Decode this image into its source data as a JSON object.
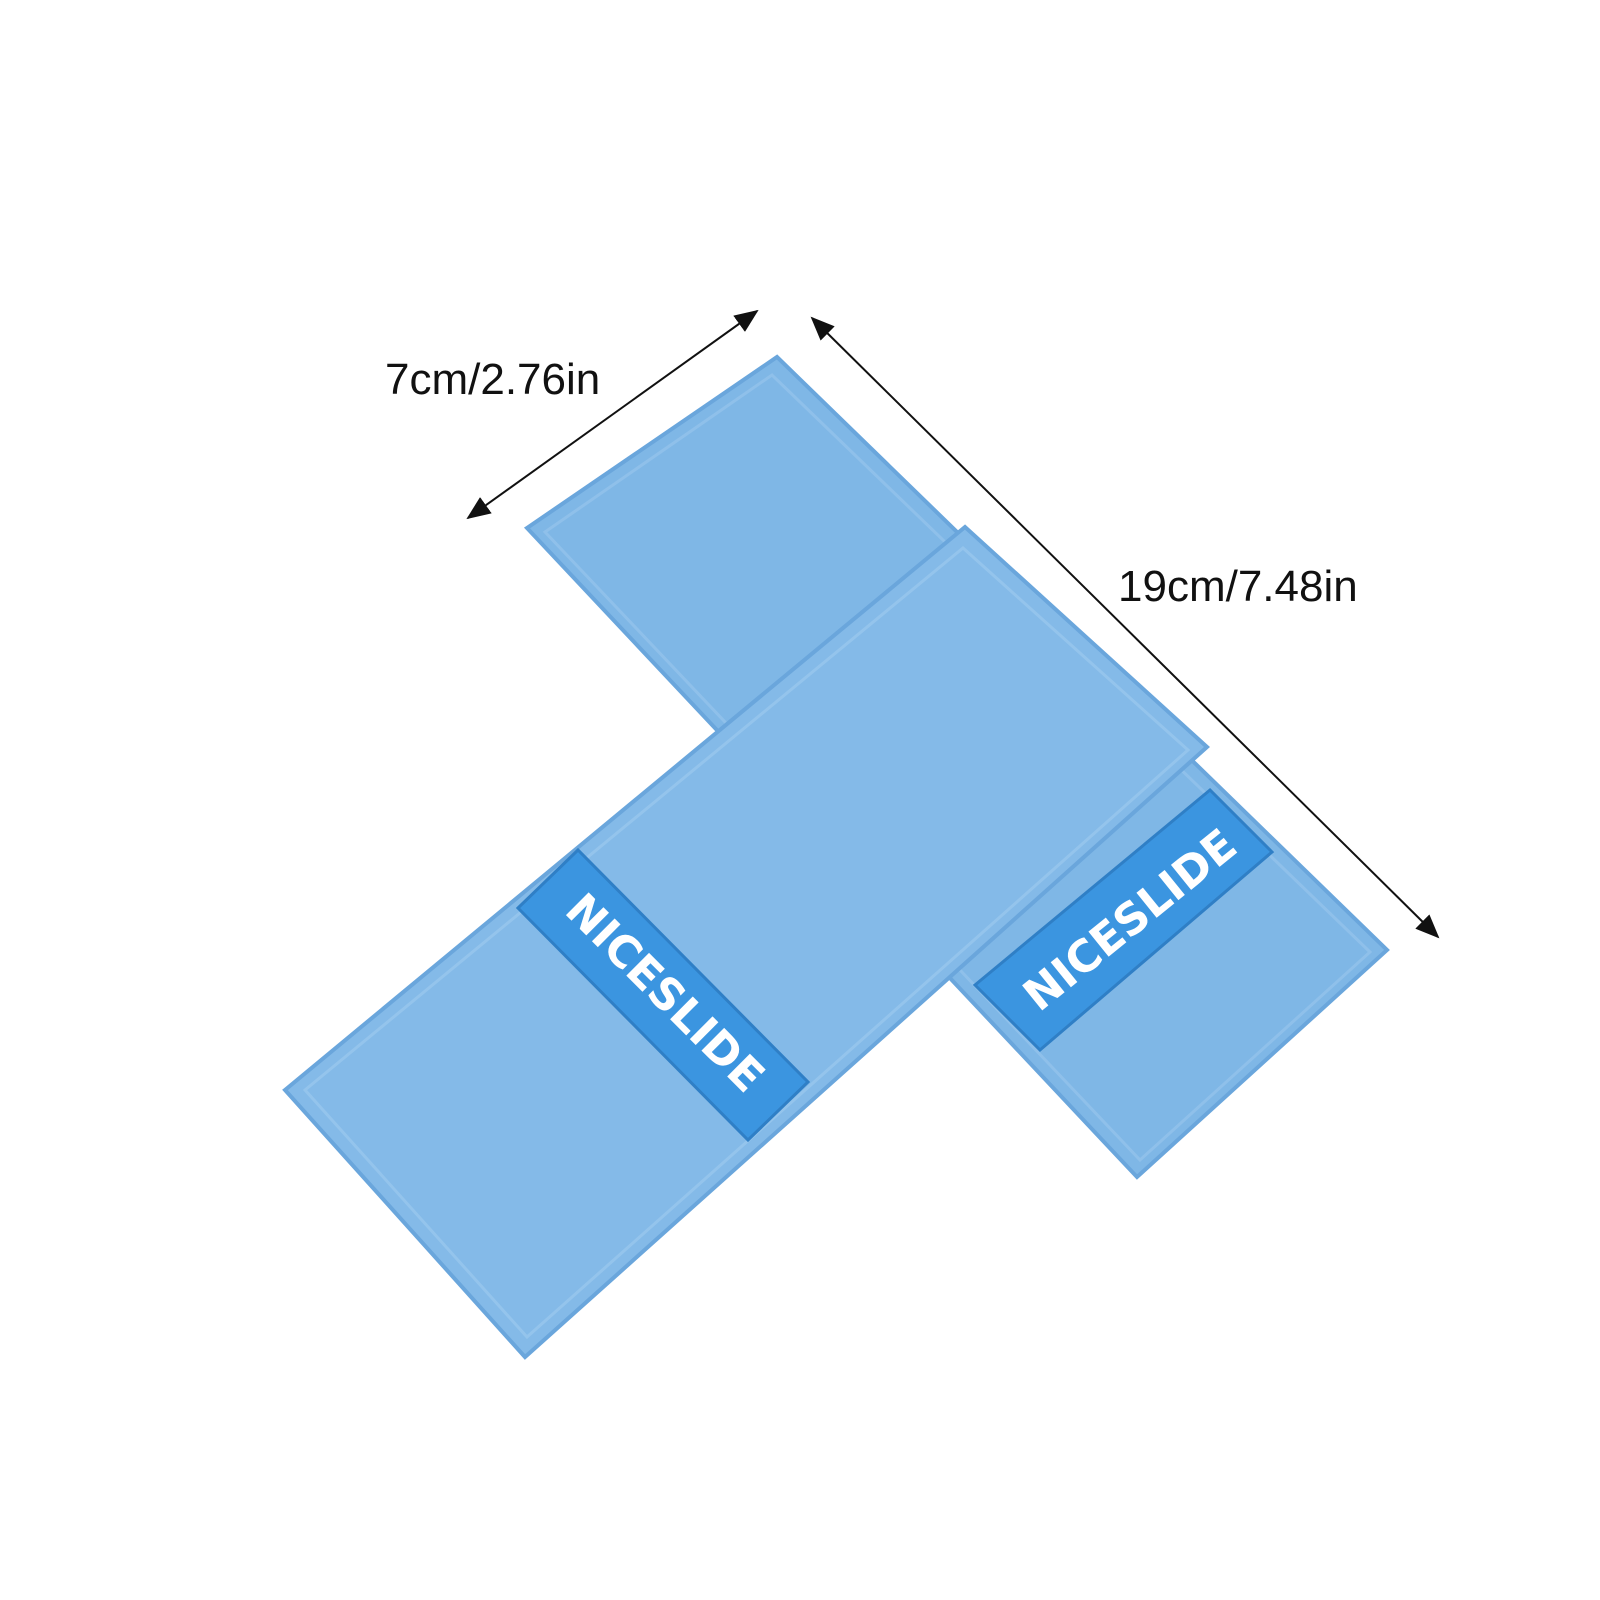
{
  "product": {
    "brand_logo_text": "NICESLIDE",
    "band_color": "#7fb7e6",
    "band_edge_color": "#6aa6dc",
    "label_color": "#3b95e0"
  },
  "dimensions": {
    "width_label": "7cm/2.76in",
    "length_label": "19cm/7.48in"
  }
}
